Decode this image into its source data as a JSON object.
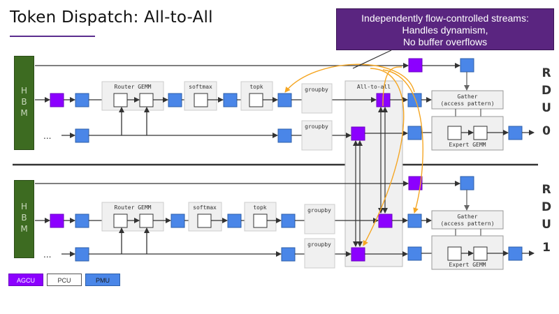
{
  "title": "Token Dispatch: All-to-All",
  "callout": {
    "line1": "Independently flow-controlled streams:",
    "line2": "Handles dynamism,",
    "line3": "No buffer overflows"
  },
  "hbm_letters": [
    "H",
    "B",
    "M"
  ],
  "ellipsis": "...",
  "rdu_letters": [
    "R",
    "D",
    "U"
  ],
  "rdu_numbers": [
    "0",
    "1"
  ],
  "stages": {
    "router_gemm": "Router GEMM",
    "softmax": "softmax",
    "topk": "topk",
    "groupby": "groupby",
    "all_to_all": "All-to-all",
    "gather_line1": "Gather",
    "gather_line2": "(access pattern)",
    "expert_gemm": "Expert GEMM"
  },
  "legend": [
    {
      "label": "AGCU",
      "color": "#8c00ff",
      "text_color": "#ffffff"
    },
    {
      "label": "PCU",
      "color": "#ffffff",
      "text_color": "#333333"
    },
    {
      "label": "PMU",
      "color": "#4a86e8",
      "text_color": "#1a1a1a"
    }
  ],
  "colors": {
    "agcu": "#8c00ff",
    "pmu": "#4a86e8",
    "pcu": "#ffffff",
    "hbm": "#3d6b21",
    "callout": "#5a2580",
    "flow_arc": "#f5a623",
    "stage_box": "#f0f0f0"
  }
}
